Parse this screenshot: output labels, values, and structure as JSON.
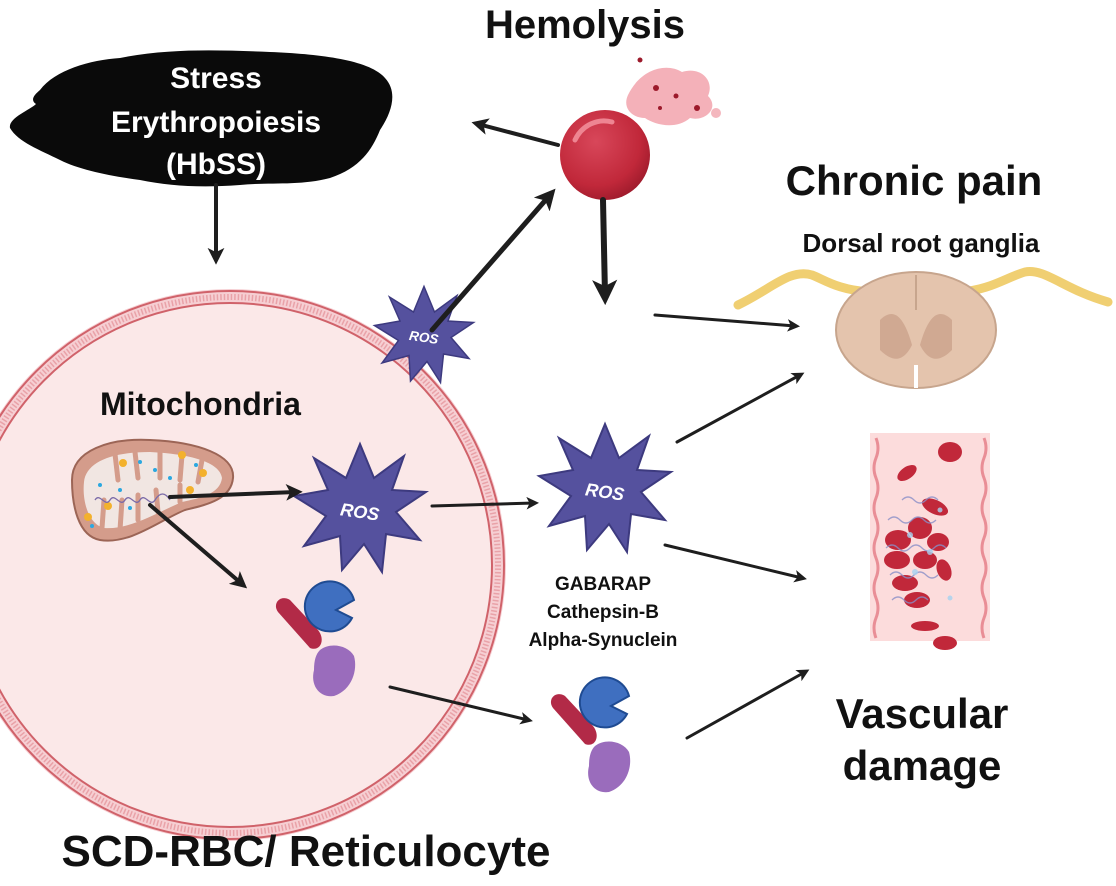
{
  "title": "SCD RBC / Reticulocyte mitochondrial ROS pathway",
  "labels": {
    "stress": [
      "Stress",
      "Erythropoiesis",
      "(HbSS)"
    ],
    "hemolysis": "Hemolysis",
    "chronic_pain": "Chronic pain",
    "drg": "Dorsal root ganglia",
    "mitochondria": "Mitochondria",
    "proteins": [
      "GABARAP",
      "Cathepsin-B",
      "Alpha-Synuclein"
    ],
    "vascular": [
      "Vascular",
      "damage"
    ],
    "cell": "SCD-RBC/ Reticulocyte"
  },
  "ros_label": "ROS",
  "nodes": [
    {
      "id": "stress-erythropoiesis",
      "icon": "black-cloud-shape"
    },
    {
      "id": "hemolysis",
      "icon": "ruptured-rbc-icon"
    },
    {
      "id": "chronic-pain",
      "icon": "spinal-cord-drg-icon"
    },
    {
      "id": "vascular-damage",
      "icon": "blood-vessel-clot-icon"
    },
    {
      "id": "mitochondria",
      "icon": "mitochondrion-icon"
    },
    {
      "id": "ros-membrane",
      "icon": "ros-star-icon"
    },
    {
      "id": "ros-inner",
      "icon": "ros-star-icon"
    },
    {
      "id": "ros-outer",
      "icon": "ros-star-icon"
    },
    {
      "id": "proteins-inner",
      "icon": "protein-cluster-icon"
    },
    {
      "id": "proteins-outer",
      "icon": "protein-cluster-icon"
    }
  ],
  "edges": [
    {
      "from": "hemolysis",
      "to": "stress-erythropoiesis"
    },
    {
      "from": "stress-erythropoiesis",
      "to": "cell"
    },
    {
      "from": "ros-membrane",
      "to": "hemolysis"
    },
    {
      "from": "hemolysis",
      "to": "downstream"
    },
    {
      "from": "downstream",
      "to": "chronic-pain"
    },
    {
      "from": "mitochondria",
      "to": "ros-inner"
    },
    {
      "from": "mitochondria",
      "to": "proteins-inner"
    },
    {
      "from": "ros-inner",
      "to": "ros-outer"
    },
    {
      "from": "ros-outer",
      "to": "chronic-pain"
    },
    {
      "from": "ros-outer",
      "to": "vascular-damage"
    },
    {
      "from": "proteins-inner",
      "to": "proteins-outer"
    },
    {
      "from": "proteins-outer",
      "to": "vascular-damage"
    }
  ],
  "colors": {
    "ros": "#55519e",
    "rbc": "#c1283a",
    "cell_fill": "#fbe8e8",
    "membrane": "#d0626a",
    "arrow": "#1e1e1e",
    "spinal": "#e4c4ad",
    "nerve": "#f0cf72",
    "vessel": "#fcdcdc",
    "protein_red": "#b22a47",
    "protein_blue": "#3f6fc0",
    "protein_purple": "#9a6cbc"
  }
}
